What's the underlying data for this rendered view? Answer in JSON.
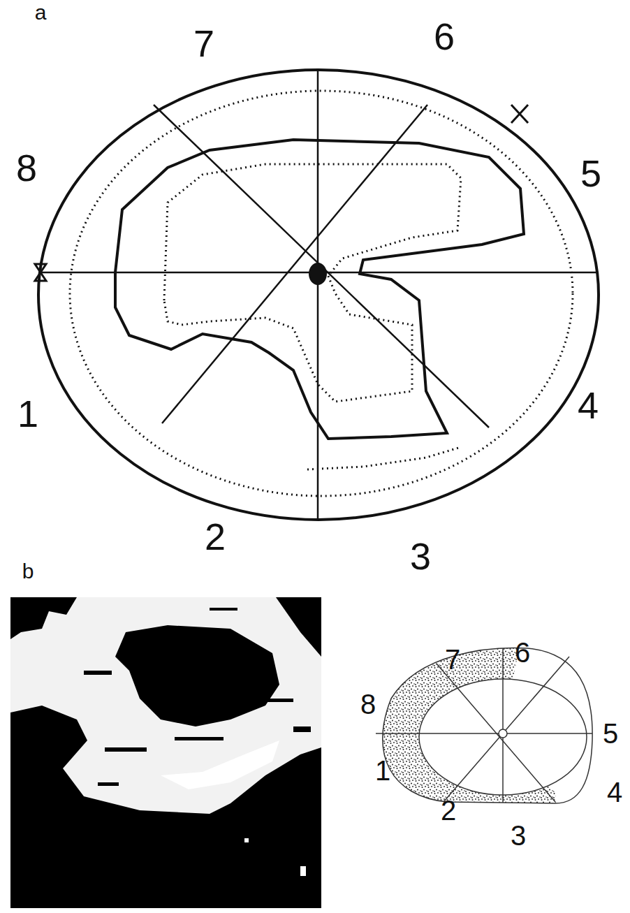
{
  "diagram": {
    "labels": [
      "a",
      "7",
      "6",
      "8",
      "5",
      "1",
      "4",
      "2",
      "3",
      "b",
      "7",
      "6",
      "8",
      "5",
      "1",
      "4",
      "2",
      "3"
    ]
  }
}
